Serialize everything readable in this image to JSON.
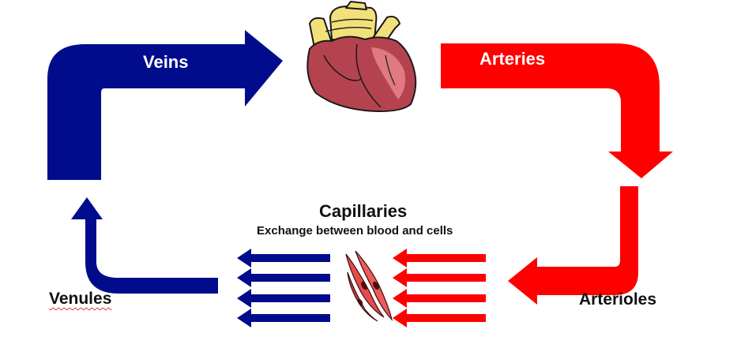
{
  "labels": {
    "veins": "Veins",
    "arteries": "Arteries",
    "capillaries": "Capillaries",
    "capillaries_subtitle": "Exchange between blood and cells",
    "venules": "Venules",
    "arterioles": "Arterioles"
  },
  "colors": {
    "vein_blue": "#000c8c",
    "artery_red": "#ff0000",
    "heart_muscle": "#b5434f",
    "heart_vessels": "#f2e07a",
    "cell": "#e84a4a"
  },
  "icons": {
    "heart": "heart-icon",
    "cells": "muscle-cell-icon"
  }
}
